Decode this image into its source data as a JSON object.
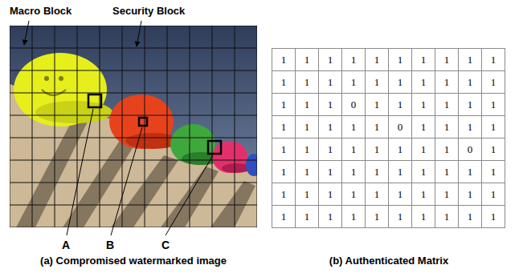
{
  "diagram": {
    "labels": [
      "Macro Block",
      "Security Block",
      "A",
      "B",
      "C",
      "(a) Compromised watermarked image",
      "(b) Authenticated Matrix",
      "1",
      "1",
      "1",
      "1",
      "1",
      "1",
      "1",
      "1",
      "1",
      "1",
      "1",
      "1",
      "1",
      "1",
      "1",
      "1",
      "1",
      "1",
      "1",
      "1",
      "1",
      "1",
      "1",
      "0",
      "1",
      "1",
      "1",
      "1",
      "1",
      "1",
      "1",
      "1",
      "1",
      "1",
      "1",
      "0",
      "1",
      "1",
      "1",
      "1",
      "1",
      "1",
      "1",
      "1",
      "1",
      "1",
      "1",
      "1",
      "0",
      "1",
      "1",
      "1",
      "1",
      "1",
      "1",
      "1",
      "1",
      "1",
      "1",
      "1",
      "1",
      "1",
      "1",
      "1",
      "1",
      "1",
      "1",
      "1",
      "1",
      "1",
      "1",
      "1",
      "1",
      "1",
      "1",
      "1",
      "1",
      "1",
      "1",
      "1"
    ]
  }
}
